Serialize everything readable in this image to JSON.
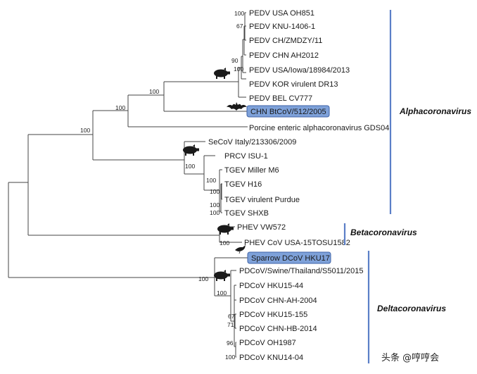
{
  "taxa": [
    "PEDV USA OH851",
    "PEDV KNU-1406-1",
    "PEDV CH/ZMDZY/11",
    "PEDV CHN AH2012",
    "PEDV USA/Iowa/18984/2013",
    "PEDV KOR virulent DR13",
    "PEDV BEL CV777",
    "CHN BtCoV/512/2005",
    "Porcine enteric alphacoronavirus GDS04",
    "SeCoV Italy/213306/2009",
    "PRCV ISU-1",
    "TGEV Miller M6",
    "TGEV H16",
    "TGEV virulent Purdue",
    "TGEV SHXB",
    "PHEV VW572",
    "PHEV CoV USA-15TOSU1582",
    "Sparrow DCoV HKU17",
    "PDCoV/Swine/Thailand/S5011/2015",
    "PDCoV HKU15-44",
    "PDCoV CHN-AH-2004",
    "PDCoV HKU15-155",
    "PDCoV CHN-HB-2014",
    "PDCoV OH1987",
    "PDCoV KNU14-04"
  ],
  "highlighted_taxa": [
    "CHN BtCoV/512/2005",
    "Sparrow DCoV HKU17"
  ],
  "support_values": [
    "100",
    "67",
    "90",
    "100",
    "100",
    "100",
    "100",
    "100",
    "100",
    "100",
    "100",
    "100",
    "100",
    "100",
    "100",
    "67",
    "71",
    "96",
    "100"
  ],
  "clades": [
    "Alphacoronavirus",
    "Betacoronavirus",
    "Deltacoronavirus"
  ],
  "host_icons": [
    "pig-icon",
    "bat-icon",
    "pig-icon",
    "pig-icon",
    "bird-icon",
    "pig-icon"
  ],
  "watermark": "头条 @哼哼会",
  "colors": {
    "clade_bar": "#5b7fc7",
    "highlight_fill": "#7ea1d9",
    "highlight_border": "#3f63a8",
    "branch": "#444444"
  }
}
